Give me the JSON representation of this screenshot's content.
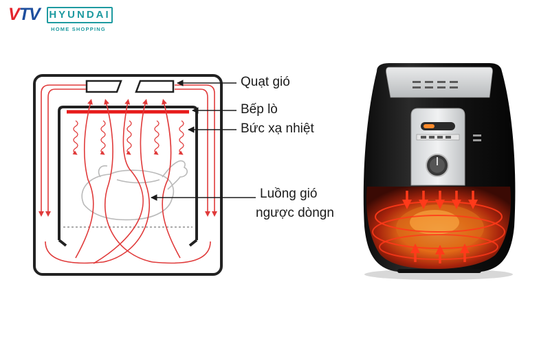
{
  "logo": {
    "mark_red": "V",
    "mark_blue": "TV",
    "brand": "HYUNDAI",
    "subtitle": "HOME SHOPPING"
  },
  "labels": {
    "fan": "Quạt gió",
    "heater": "Bếp lò",
    "radiation": "Bức xạ nhiệt",
    "airflow_line1": "Luồng gió",
    "airflow_line2": "ngược dòngn"
  },
  "colors": {
    "arrow_red": "#e03a3a",
    "heater_red": "#e81b1b",
    "frame_black": "#222222",
    "brand_teal": "#1d9aa0",
    "brand_blue": "#1d4e9e",
    "brand_red": "#e4252d"
  }
}
